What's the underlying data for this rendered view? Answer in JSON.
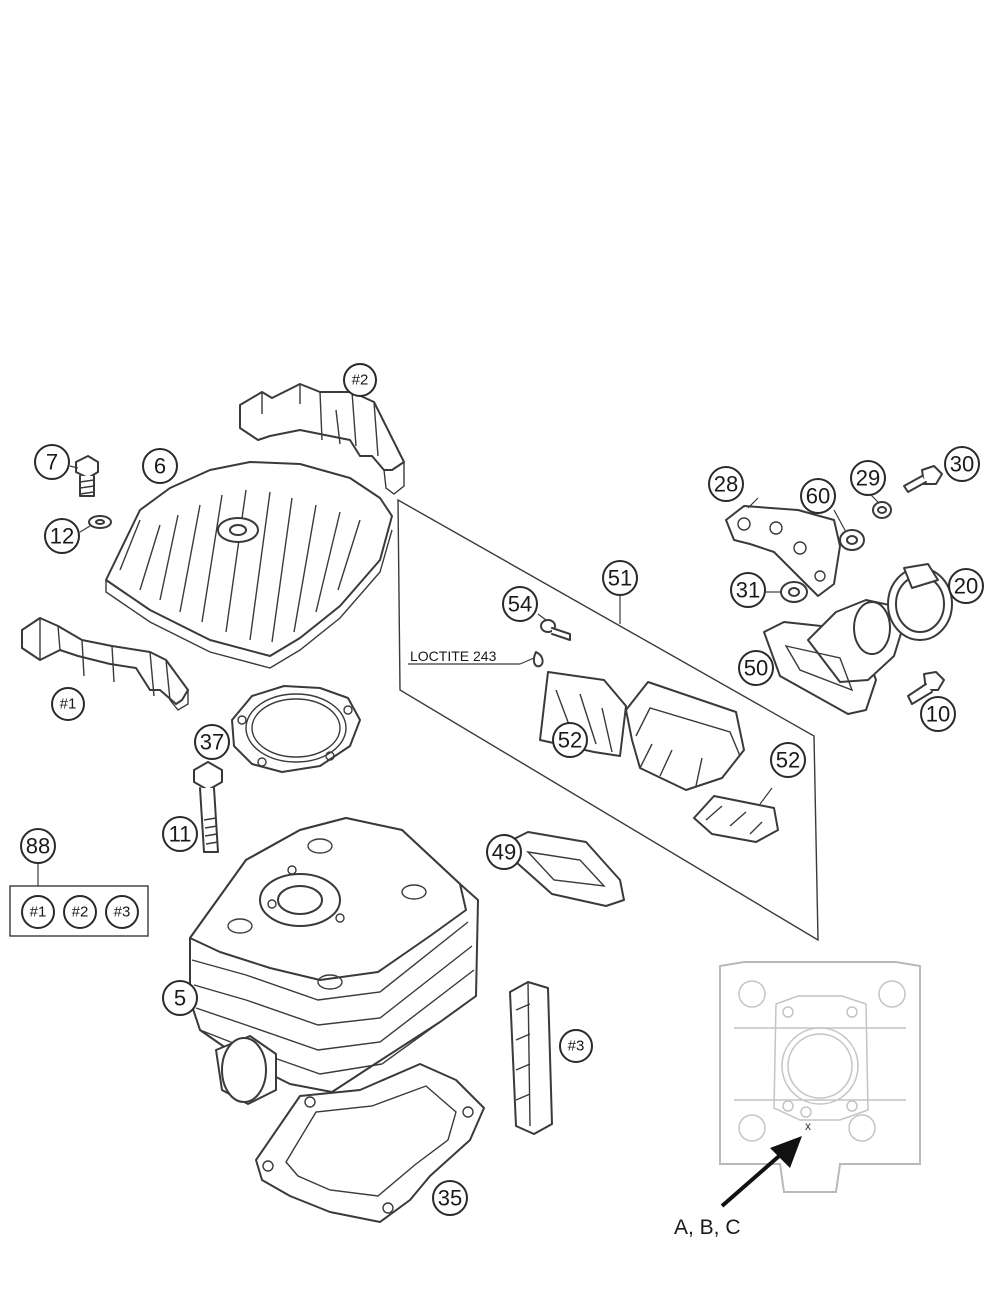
{
  "callouts": {
    "p2": "#2",
    "p7": "7",
    "p6": "6",
    "p12": "12",
    "p1": "#1",
    "p37": "37",
    "p28": "28",
    "p60": "60",
    "p29": "29",
    "p30": "30",
    "p31": "31",
    "p20": "20",
    "p51": "51",
    "p54": "54",
    "p50": "50",
    "p10": "10",
    "p52a": "52",
    "p52b": "52",
    "p11": "11",
    "p49": "49",
    "p88": "88",
    "p5": "5",
    "p3": "#3",
    "p35": "35"
  },
  "kit_88": {
    "a": "#1",
    "b": "#2",
    "c": "#3"
  },
  "notes": {
    "loctite": "LOCTITE 243"
  },
  "detail": {
    "ref": "A, B, C",
    "marker": "x"
  },
  "colors": {
    "line": "#3a3a3a",
    "ghost": "#b9b9b9",
    "paper": "#ffffff"
  }
}
